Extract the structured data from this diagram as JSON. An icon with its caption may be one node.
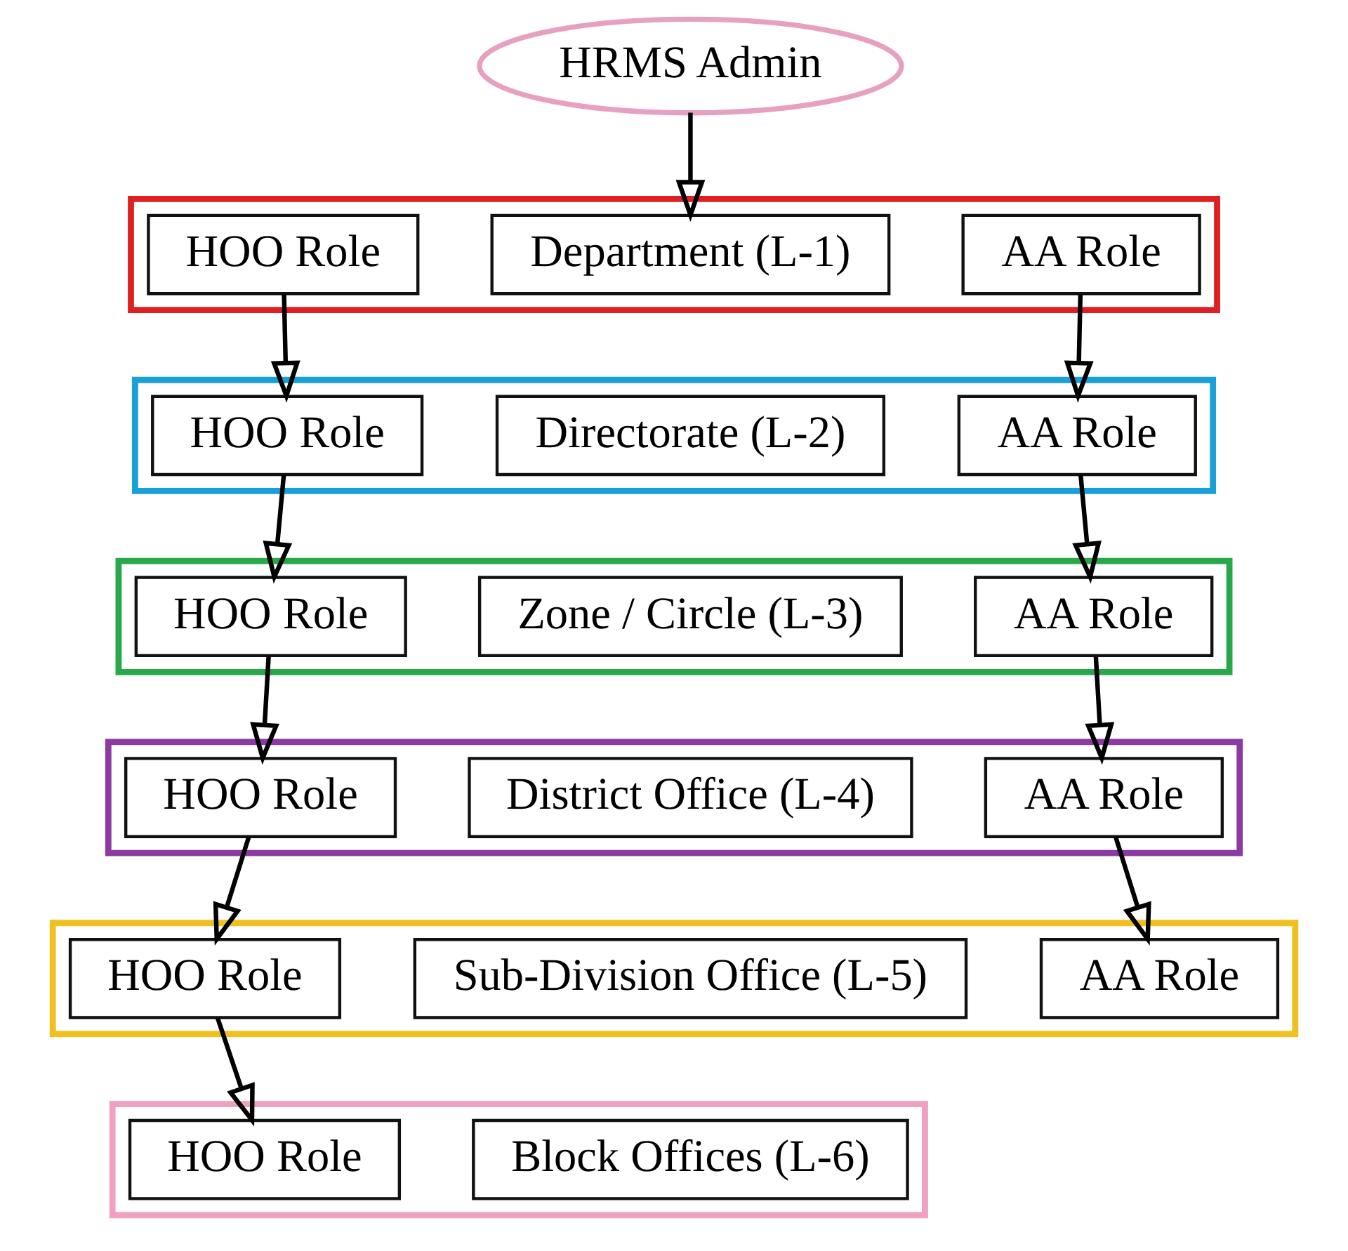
{
  "diagram": {
    "nodes": [
      {
        "text": [
          "HRMS Admin"
        ]
      },
      {
        "text": [],
        "shape": "box"
      },
      {
        "text": [
          "HOO Role"
        ],
        "in": 1
      },
      {
        "text": [
          "Department (L-1)"
        ],
        "in": 1
      },
      {
        "text": [
          "AA Role"
        ],
        "in": 1
      },
      {
        "text": [],
        "shape": "box"
      },
      {
        "text": [
          "HOO Role"
        ],
        "in": 5
      },
      {
        "text": [
          "Directorate (L-2)"
        ],
        "in": 5
      },
      {
        "text": [
          "AA Role"
        ],
        "in": 5
      },
      {
        "text": [],
        "shape": "box"
      },
      {
        "text": [
          "HOO Role"
        ],
        "in": 9
      },
      {
        "text": [
          "Zone / Circle (L-3)"
        ],
        "in": 9
      },
      {
        "text": [
          "AA Role"
        ],
        "in": 9
      },
      {
        "text": [],
        "shape": "box"
      },
      {
        "text": [
          "HOO Role"
        ],
        "in": 13
      },
      {
        "text": [
          "District Office (L-4)"
        ],
        "in": 13
      },
      {
        "text": [
          "AA Role"
        ],
        "in": 13
      },
      {
        "text": [],
        "shape": "box"
      },
      {
        "text": [
          "HOO Role"
        ],
        "in": 17
      },
      {
        "text": [
          "Sub-Division Office (L-5)"
        ],
        "in": 17
      },
      {
        "text": [
          "AA Role"
        ],
        "in": 17
      },
      {
        "text": [],
        "shape": "box"
      },
      {
        "text": [
          "HOO Role"
        ],
        "in": 21
      },
      {
        "text": [
          "Block Offices (L-6)"
        ],
        "in": 21
      }
    ],
    "edges": [
      {
        "from": 0,
        "to": 3,
        "arrow": "to"
      },
      {
        "from": 2,
        "to": 6,
        "arrow": "to"
      },
      {
        "from": 4,
        "to": 8,
        "arrow": "to"
      },
      {
        "from": 6,
        "to": 10,
        "arrow": "to"
      },
      {
        "from": 8,
        "to": 12,
        "arrow": "to"
      },
      {
        "from": 10,
        "to": 14,
        "arrow": "to"
      },
      {
        "from": 12,
        "to": 16,
        "arrow": "to"
      },
      {
        "from": 14,
        "to": 18,
        "arrow": "to"
      },
      {
        "from": 16,
        "to": 20,
        "arrow": "to"
      },
      {
        "from": 18,
        "to": 22,
        "arrow": "to"
      }
    ]
  }
}
